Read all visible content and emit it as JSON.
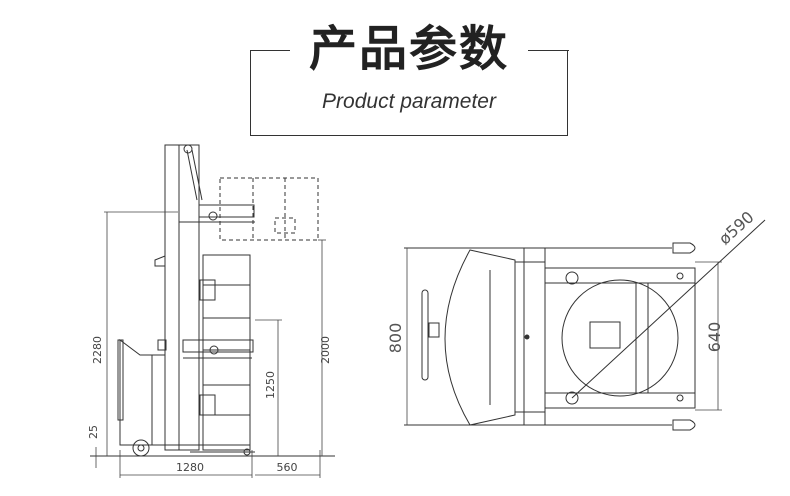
{
  "header": {
    "title_cn": "产品参数",
    "title_en": "Product parameter"
  },
  "side_view": {
    "dimensions": {
      "total_height": "2280",
      "lift_height": "2000",
      "platform_height": "1250",
      "ground_clearance": "25",
      "length": "1280",
      "load_extension": "560"
    }
  },
  "top_view": {
    "dimensions": {
      "width": "800",
      "inner_width": "640",
      "drum_diameter": "ø590"
    }
  },
  "colors": {
    "line": "#333333",
    "text": "#444444"
  }
}
